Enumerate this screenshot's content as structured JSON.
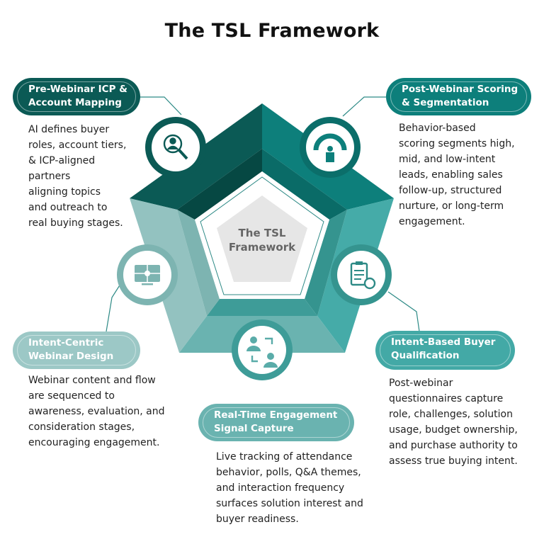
{
  "title": "The TSL Framework",
  "center_label": [
    "The TSL",
    "Framework"
  ],
  "colors": {
    "dark": "#0b5a55",
    "teal": "#0d7f7b",
    "mid": "#41a8a5",
    "soft": "#65b1ae",
    "pale": "#93c2c0"
  },
  "stages": [
    {
      "icon": "account-search-icon",
      "title": [
        "Pre-Webinar ICP &",
        "Account Mapping"
      ],
      "desc": [
        "AI defines buyer",
        "roles, account tiers,",
        "& ICP-aligned",
        "partners",
        "aligning topics",
        "and outreach to",
        "real buying stages."
      ]
    },
    {
      "icon": "scoring-gauge-icon",
      "title": [
        "Post-Webinar Scoring",
        "& Segmentation"
      ],
      "desc": [
        "Behavior-based",
        "scoring segments high,",
        "mid, and low-intent",
        "leads, enabling sales",
        "follow-up, structured",
        "nurture, or long-term",
        "engagement."
      ]
    },
    {
      "icon": "questionnaire-clipboard-icon",
      "title": [
        "Intent-Based Buyer",
        "Qualification"
      ],
      "desc": [
        "Post-webinar",
        "questionnaires capture",
        "role, challenges, solution",
        "usage, budget ownership,",
        "and purchase authority to",
        "assess true buying intent."
      ]
    },
    {
      "icon": "engagement-exchange-icon",
      "title": [
        "Real-Time Engagement",
        "Signal Capture"
      ],
      "desc": [
        "Live tracking of attendance",
        "behavior, polls, Q&A themes,",
        "and interaction frequency",
        "surfaces solution interest and",
        "buyer readiness."
      ]
    },
    {
      "icon": "webinar-screen-icon",
      "title": [
        "Intent-Centric",
        "Webinar Design"
      ],
      "desc": [
        "Webinar content and flow",
        "are sequenced to",
        "awareness, evaluation, and",
        "consideration stages,",
        "encouraging engagement."
      ]
    }
  ]
}
